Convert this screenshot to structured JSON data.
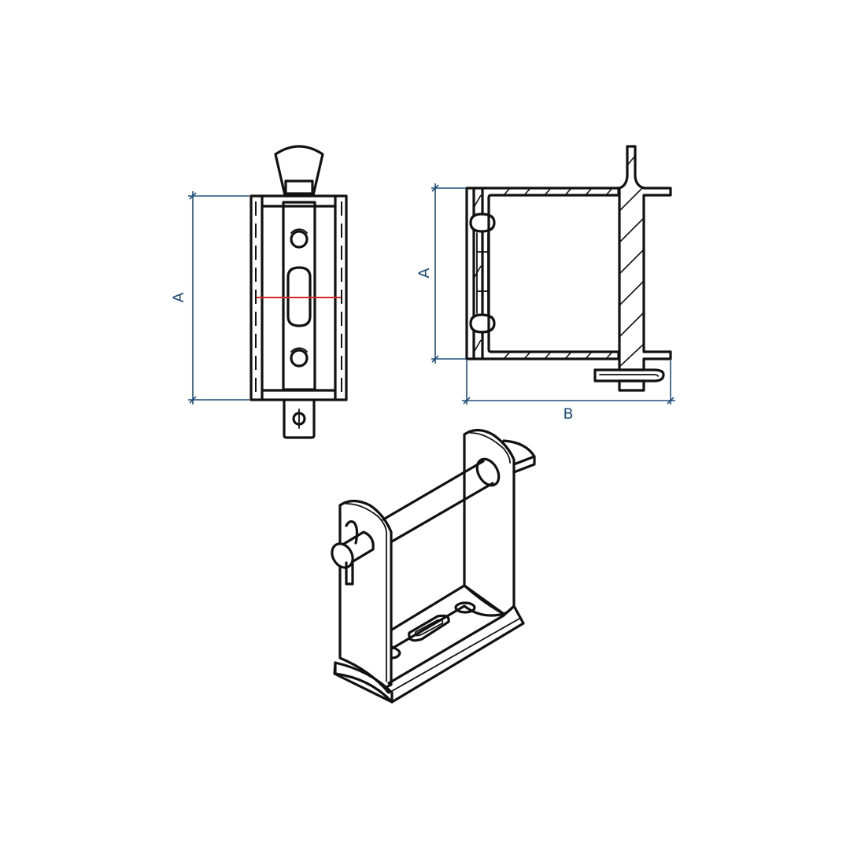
{
  "diagram": {
    "dimensions": {
      "front_height_label": "A",
      "side_height_label": "A",
      "side_width_label": "B"
    },
    "colors": {
      "dimension": "#1f4e79",
      "centerline": "#d62828",
      "line": "#111111"
    }
  }
}
